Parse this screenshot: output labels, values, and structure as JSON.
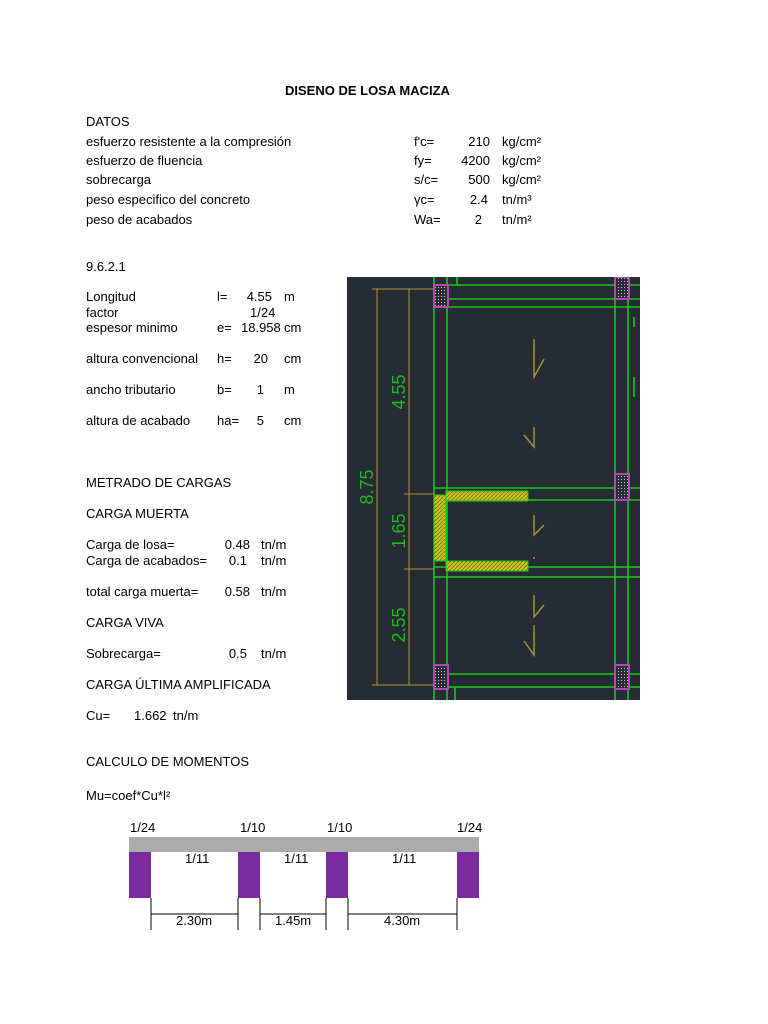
{
  "title": "DISENO DE LOSA MACIZA",
  "datos": {
    "heading": "DATOS",
    "rows": [
      {
        "label": "esfuerzo resistente a la compresión",
        "sym": "f'c=",
        "value": "210",
        "unit": "kg/cm²"
      },
      {
        "label": "esfuerzo de fluencia",
        "sym": "fy=",
        "value": "4200",
        "unit": "kg/cm²"
      },
      {
        "label": "sobrecarga",
        "sym": "s/c=",
        "value": "500",
        "unit": "kg/cm²"
      },
      {
        "label": "peso especifico del concreto",
        "sym": "γc=",
        "value": "2.4",
        "unit": "tn/m³"
      },
      {
        "label": "peso de acabados",
        "sym": "Wa=",
        "value": "2",
        "unit": "tn/m²"
      }
    ]
  },
  "section_ref": "9.6.2.1",
  "geom": {
    "longitud": {
      "label": "Longitud",
      "sym": "l=",
      "value": "4.55",
      "unit": "m"
    },
    "factor": {
      "label": "factor",
      "value": "1/24"
    },
    "espesor": {
      "label": "espesor minimo",
      "sym": "e=",
      "value": "18.958",
      "unit": "cm"
    },
    "altura": {
      "label": "altura convencional",
      "sym": "h=",
      "value": "20",
      "unit": "cm"
    },
    "ancho": {
      "label": "ancho tributario",
      "sym": "b=",
      "value": "1",
      "unit": "m"
    },
    "acabado": {
      "label": "altura de acabado",
      "sym": "ha=",
      "value": "5",
      "unit": "cm"
    }
  },
  "metrado": {
    "heading": "METRADO DE CARGAS",
    "muerta_heading": "CARGA MUERTA",
    "losa": {
      "label": "Carga de losa=",
      "value": "0.48",
      "unit": "tn/m"
    },
    "acabados": {
      "label": "Carga de acabados=",
      "value": "0.1",
      "unit": "tn/m"
    },
    "total": {
      "label": "total carga muerta=",
      "value": "0.58",
      "unit": "tn/m"
    },
    "viva_heading": "CARGA VIVA",
    "sobrecarga": {
      "label": "Sobrecarga=",
      "value": "0.5",
      "unit": "tn/m"
    },
    "ultima_heading": "CARGA ÚLTIMA AMPLIFICADA",
    "cu": {
      "label": "Cu=",
      "value": "1.662",
      "unit": "tn/m"
    }
  },
  "momentos": {
    "heading": "CALCULO DE MOMENTOS",
    "formula": "Mu=coef*Cu*l²",
    "support_coefs": [
      "1/24",
      "1/10",
      "1/10",
      "1/24"
    ],
    "span_coefs": [
      "1/11",
      "1/11",
      "1/11"
    ],
    "span_lengths": [
      "2.30m",
      "1.45m",
      "4.30m"
    ]
  },
  "cad": {
    "dim_total": "8.75",
    "dim_spans": [
      "4.55",
      "1.65",
      "2.55"
    ]
  },
  "colors": {
    "cad_bg": "#272b33",
    "cad_line": "#18c818",
    "cad_dim_text": "#21b821",
    "cad_dim_line": "#a99a38",
    "column": "#b347b3",
    "hatch": "#c8c21a",
    "beam": "#ababab",
    "support": "#7a2ba0"
  }
}
